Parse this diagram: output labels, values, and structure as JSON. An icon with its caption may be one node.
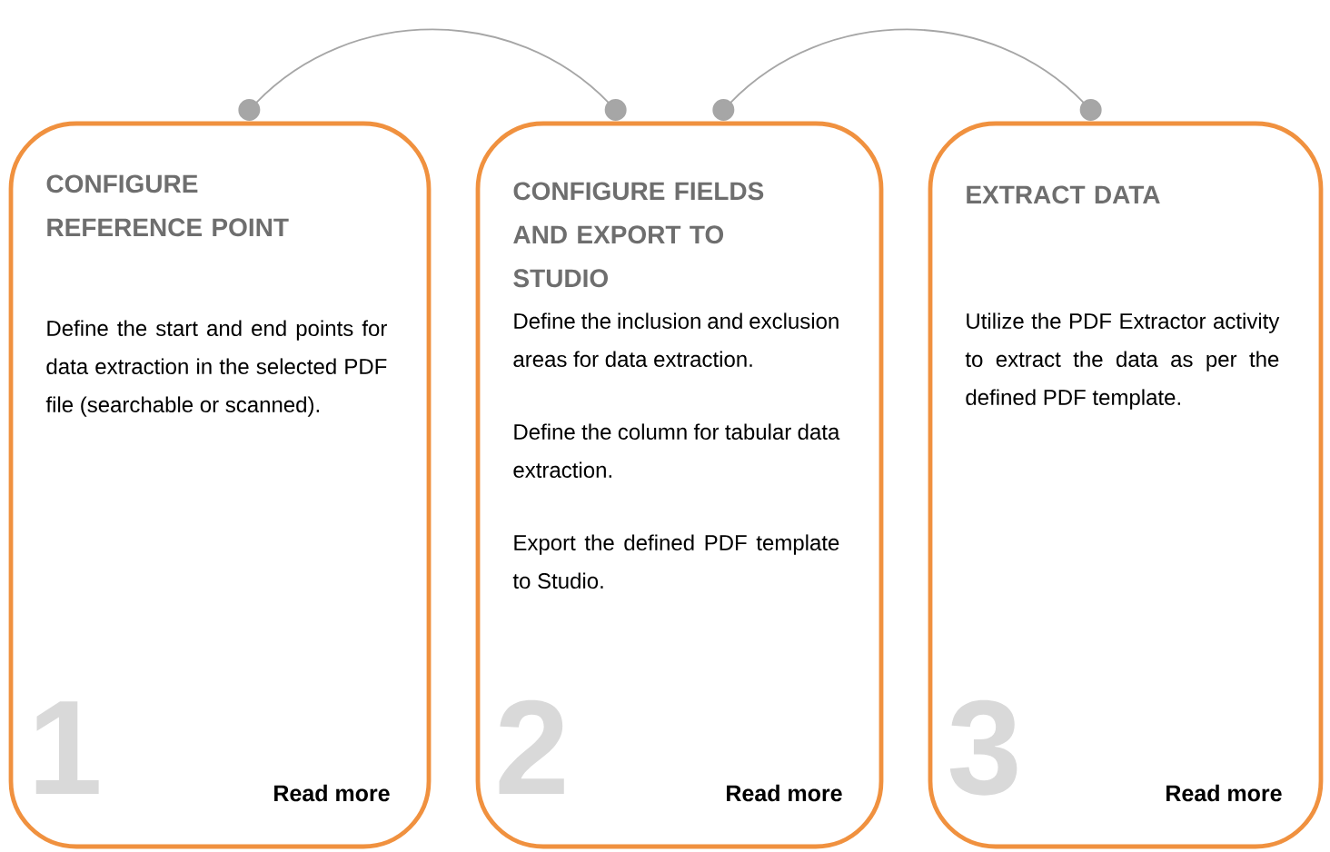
{
  "diagram": {
    "nodes": [
      {
        "text": [
          "CONFIGURE REFERENCE POINT",
          "Define the start and end points for data extraction in the selected PDF file (searchable or scanned).",
          "1",
          "Read more"
        ]
      },
      {
        "text": [
          "CONFIGURE FIELDS AND EXPORT TO STUDIO",
          "Define the inclusion and exclusion areas for data extraction.",
          "Define the column for tabular data extraction.",
          "Export the defined PDF template to Studio.",
          "2",
          "Read more"
        ]
      },
      {
        "text": [
          "EXTRACT DATA",
          "Utilize the PDF Extractor activity to extract the data as per the defined PDF template.",
          "3",
          "Read more"
        ]
      }
    ],
    "edges": [
      {
        "from": 0,
        "to": 1,
        "arrow": "other"
      },
      {
        "from": 1,
        "to": 2,
        "arrow": "other"
      }
    ]
  }
}
